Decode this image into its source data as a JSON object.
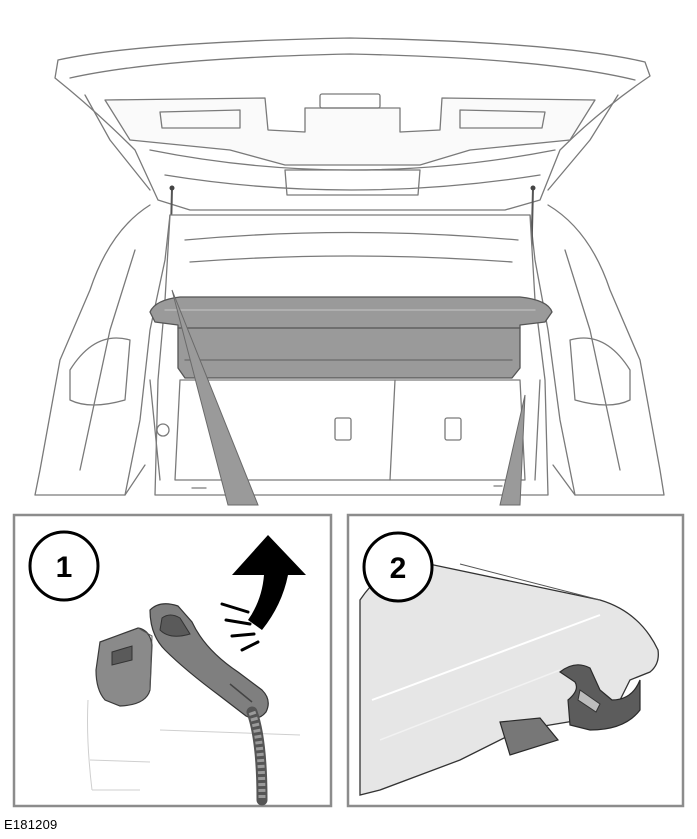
{
  "figure": {
    "reference_code": "E181209",
    "callouts": [
      {
        "number": "1"
      },
      {
        "number": "2"
      }
    ]
  }
}
